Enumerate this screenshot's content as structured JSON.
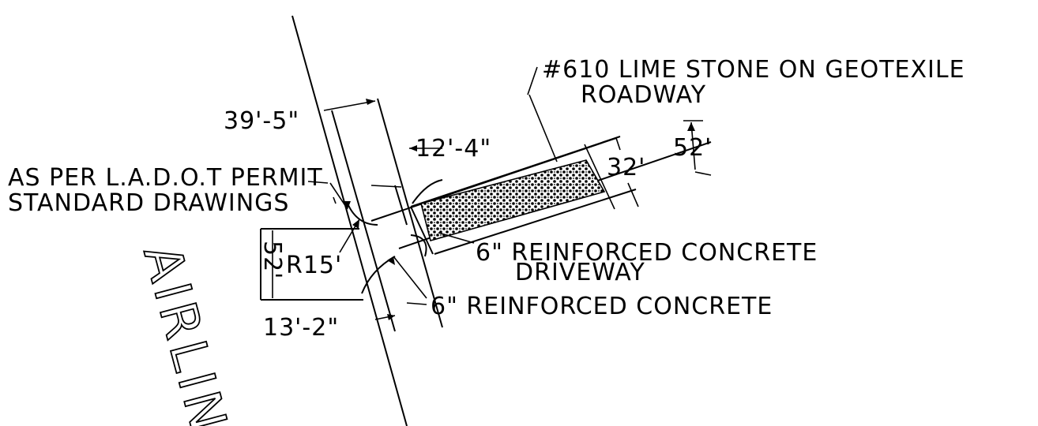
{
  "labels": {
    "limestone_line1": "#610 LIME STONE ON GEOTEXILE",
    "limestone_line2": "ROADWAY",
    "dim_39_5": "39'-5\"",
    "dim_12_4": "12'-4\"",
    "dim_52_right": "52'",
    "dim_32": "32'",
    "permit_line1": "AS PER L.A.D.O.T PERMIT",
    "permit_line2": "STANDARD DRAWINGS",
    "dim_52_left": "52'",
    "radius": "R15'",
    "concrete_driveway_line1": "6\" REINFORCED CONCRETE",
    "concrete_driveway_line2": "DRIVEWAY",
    "concrete_apron": "6\" REINFORCED CONCRETE",
    "dim_13_2": "13'-2\"",
    "street_name": "AIRLIN"
  }
}
